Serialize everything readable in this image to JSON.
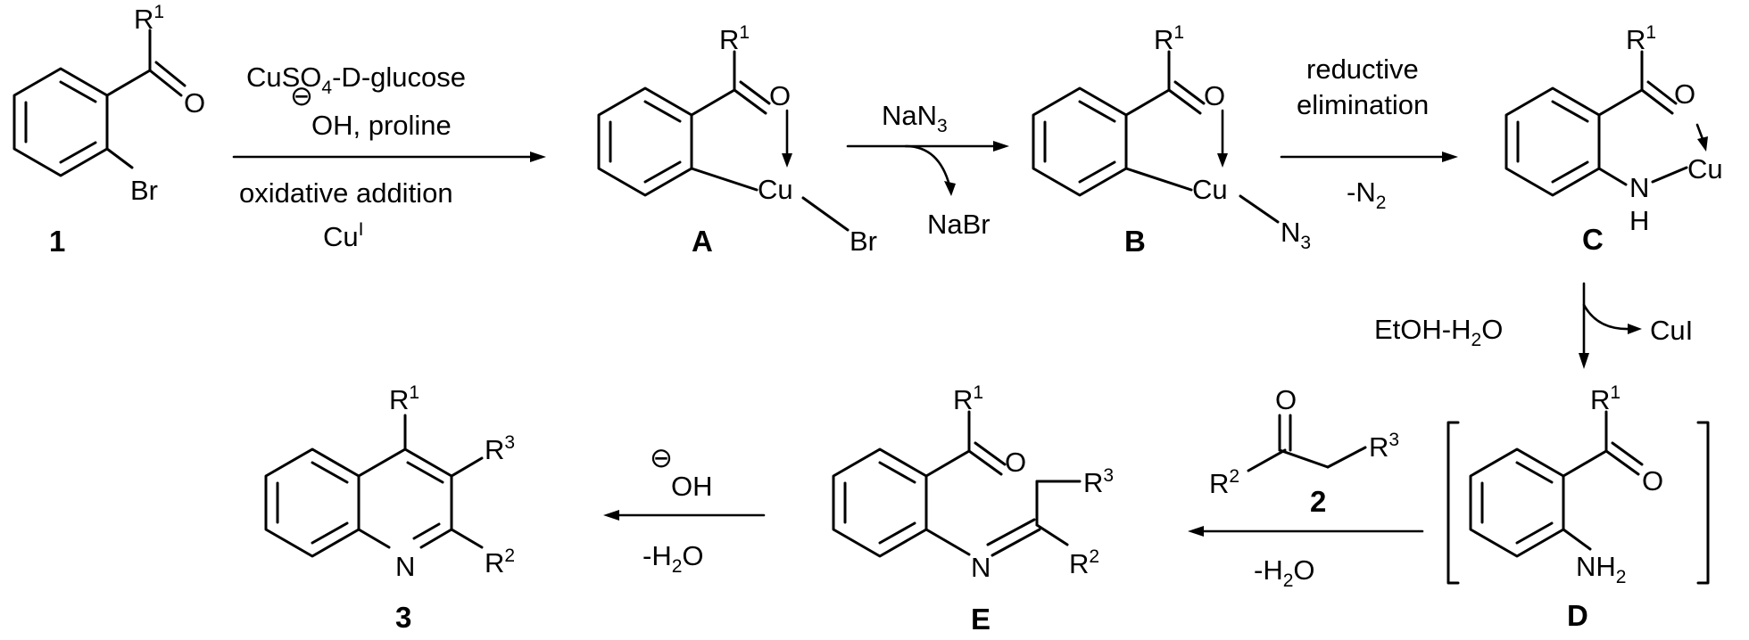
{
  "compounds": {
    "c1": {
      "label": "1",
      "r1": "R",
      "r1_sup": "1",
      "oxygen": "O",
      "halide": "Br"
    },
    "cA": {
      "label": "A",
      "r1": "R",
      "r1_sup": "1",
      "oxygen": "O",
      "metal": "Cu",
      "halide": "Br"
    },
    "cB": {
      "label": "B",
      "r1": "R",
      "r1_sup": "1",
      "oxygen": "O",
      "metal": "Cu",
      "azide_n": "N",
      "azide_sub": "3"
    },
    "cC": {
      "label": "C",
      "r1": "R",
      "r1_sup": "1",
      "oxygen": "O",
      "metal": "Cu",
      "nitrogen": "N",
      "hydrogen": "H"
    },
    "cD": {
      "label": "D",
      "r1": "R",
      "r1_sup": "1",
      "oxygen": "O",
      "amine": "NH",
      "amine_sub": "2"
    },
    "c2": {
      "label": "2",
      "oxygen": "O",
      "r2": "R",
      "r2_sup": "2",
      "r3": "R",
      "r3_sup": "3"
    },
    "cE": {
      "label": "E",
      "r1": "R",
      "r1_sup": "1",
      "oxygen": "O",
      "nitrogen": "N",
      "r2": "R",
      "r2_sup": "2",
      "r3": "R",
      "r3_sup": "3"
    },
    "c3": {
      "label": "3",
      "r1": "R",
      "r1_sup": "1",
      "nitrogen": "N",
      "r2": "R",
      "r2_sup": "2",
      "r3": "R",
      "r3_sup": "3"
    }
  },
  "arrows": {
    "step1": {
      "top_line1_a": "CuSO",
      "top_line1_sub": "4",
      "top_line1_b": "-D-glucose",
      "charge": "⊖",
      "top_line2": "OH, proline",
      "bottom_line1": "oxidative addition",
      "bottom_line2_a": "Cu",
      "bottom_line2_sup": "I"
    },
    "step2": {
      "reagent_a": "NaN",
      "reagent_sub": "3",
      "byproduct": "NaBr"
    },
    "step3": {
      "top_line1": "reductive",
      "top_line2": "elimination",
      "bottom_a": "-N",
      "bottom_sub": "2"
    },
    "step4": {
      "solvent_a": "EtOH-H",
      "solvent_sub": "2",
      "solvent_b": "O",
      "byproduct": "CuI"
    },
    "step5": {
      "bottom_a": "-H",
      "bottom_sub": "2",
      "bottom_b": "O"
    },
    "step6": {
      "charge": "⊖",
      "top": "OH",
      "bottom_a": "-H",
      "bottom_sub": "2",
      "bottom_b": "O"
    }
  }
}
